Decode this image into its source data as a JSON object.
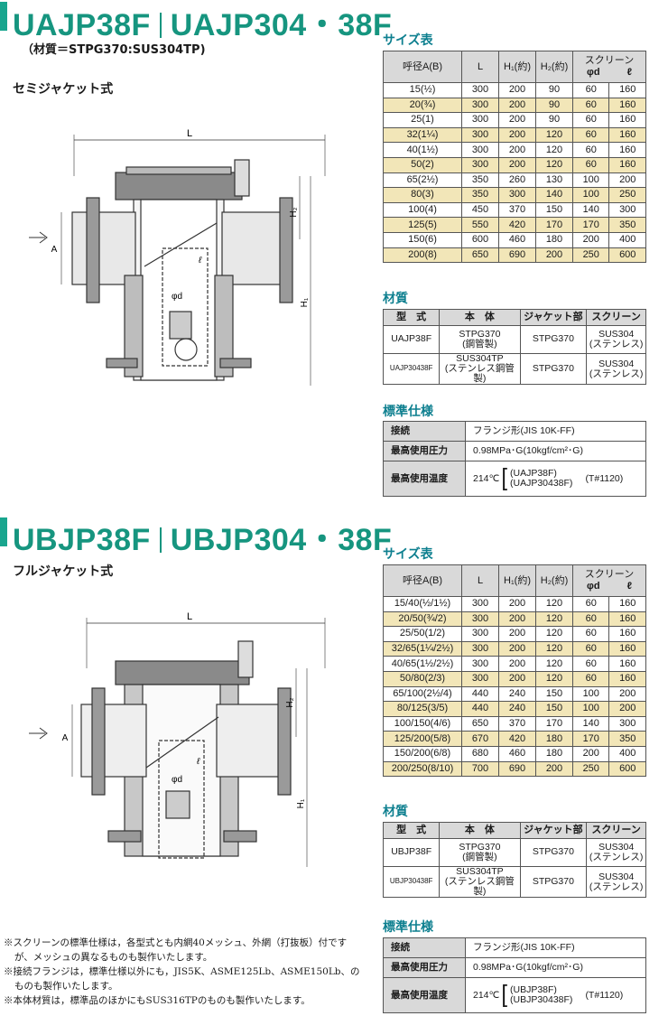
{
  "section1": {
    "title_left": "UAJP38F",
    "title_right": "UAJP304・38F",
    "material": "（材質＝STPG370:SUS304TP)",
    "subtype": "セミジャケット式",
    "size_heading": "サイズ表",
    "size_table": {
      "headers": [
        "呼径A(B)",
        "L",
        "H₁(約)",
        "H₂(約)",
        "スクリーン",
        "φd",
        "ℓ"
      ],
      "rows": [
        [
          "15(½)",
          "300",
          "200",
          "90",
          "60",
          "160"
        ],
        [
          "20(¾)",
          "300",
          "200",
          "90",
          "60",
          "160"
        ],
        [
          "25(1)",
          "300",
          "200",
          "90",
          "60",
          "160"
        ],
        [
          "32(1¼)",
          "300",
          "200",
          "120",
          "60",
          "160"
        ],
        [
          "40(1½)",
          "300",
          "200",
          "120",
          "60",
          "160"
        ],
        [
          "50(2)",
          "300",
          "200",
          "120",
          "60",
          "160"
        ],
        [
          "65(2½)",
          "350",
          "260",
          "130",
          "100",
          "200"
        ],
        [
          "80(3)",
          "350",
          "300",
          "140",
          "100",
          "250"
        ],
        [
          "100(4)",
          "450",
          "370",
          "150",
          "140",
          "300"
        ],
        [
          "125(5)",
          "550",
          "420",
          "170",
          "170",
          "350"
        ],
        [
          "150(6)",
          "600",
          "460",
          "180",
          "200",
          "400"
        ],
        [
          "200(8)",
          "650",
          "690",
          "200",
          "250",
          "600"
        ]
      ]
    },
    "material_heading": "材質",
    "material_table": {
      "headers": [
        "型　式",
        "本　体",
        "ジャケット部",
        "スクリーン"
      ],
      "rows": [
        [
          "UAJP38F",
          "STPG370\n(鋼管製)",
          "STPG370",
          "SUS304\n(ステンレス)"
        ],
        [
          "UAJP30438F",
          "SUS304TP\n(ステンレス鋼管製)",
          "STPG370",
          "SUS304\n(ステンレス)"
        ]
      ]
    },
    "spec_heading": "標準仕様",
    "spec_table": {
      "connection_label": "接続",
      "connection_value": "フランジ形(JIS 10K-FF)",
      "pressure_label": "最高使用圧力",
      "pressure_value": "0.98MPa･G(10kgf/cm²･G)",
      "temp_label": "最高使用温度",
      "temp_value": "214℃",
      "temp_model_1": "(UAJP38F)",
      "temp_model_2": "(UAJP30438F)",
      "temp_note": "(T#1120)"
    }
  },
  "section2": {
    "title_left": "UBJP38F",
    "title_right": "UBJP304・38F",
    "subtype": "フルジャケット式",
    "size_heading": "サイズ表",
    "size_table": {
      "headers": [
        "呼径A(B)",
        "L",
        "H₁(約)",
        "H₂(約)",
        "スクリーン",
        "φd",
        "ℓ"
      ],
      "rows": [
        [
          "15/40(½/1½)",
          "300",
          "200",
          "120",
          "60",
          "160"
        ],
        [
          "20/50(¾/2)",
          "300",
          "200",
          "120",
          "60",
          "160"
        ],
        [
          "25/50(1/2)",
          "300",
          "200",
          "120",
          "60",
          "160"
        ],
        [
          "32/65(1¼/2½)",
          "300",
          "200",
          "120",
          "60",
          "160"
        ],
        [
          "40/65(1½/2½)",
          "300",
          "200",
          "120",
          "60",
          "160"
        ],
        [
          "50/80(2/3)",
          "300",
          "200",
          "120",
          "60",
          "160"
        ],
        [
          "65/100(2½/4)",
          "440",
          "240",
          "150",
          "100",
          "200"
        ],
        [
          "80/125(3/5)",
          "440",
          "240",
          "150",
          "100",
          "200"
        ],
        [
          "100/150(4/6)",
          "650",
          "370",
          "170",
          "140",
          "300"
        ],
        [
          "125/200(5/8)",
          "670",
          "420",
          "180",
          "170",
          "350"
        ],
        [
          "150/200(6/8)",
          "680",
          "460",
          "180",
          "200",
          "400"
        ],
        [
          "200/250(8/10)",
          "700",
          "690",
          "200",
          "250",
          "600"
        ]
      ]
    },
    "material_heading": "材質",
    "material_table": {
      "headers": [
        "型　式",
        "本　体",
        "ジャケット部",
        "スクリーン"
      ],
      "rows": [
        [
          "UBJP38F",
          "STPG370\n(鋼管製)",
          "STPG370",
          "SUS304\n(ステンレス)"
        ],
        [
          "UBJP30438F",
          "SUS304TP\n(ステンレス鋼管製)",
          "STPG370",
          "SUS304\n(ステンレス)"
        ]
      ]
    },
    "spec_heading": "標準仕様",
    "spec_table": {
      "connection_label": "接続",
      "connection_value": "フランジ形(JIS 10K-FF)",
      "pressure_label": "最高使用圧力",
      "pressure_value": "0.98MPa･G(10kgf/cm²･G)",
      "temp_label": "最高使用温度",
      "temp_value": "214℃",
      "temp_model_1": "(UBJP38F)",
      "temp_model_2": "(UBJP30438F)",
      "temp_note": "(T#1120)"
    }
  },
  "drawing_labels": {
    "L": "L",
    "A": "A",
    "H1": "H₁",
    "H2": "H₂",
    "phid": "φd",
    "ell": "ℓ"
  },
  "notes": [
    "※スクリーンの標準仕様は，各型式とも内網40メッシュ、外網（打抜板）付ですが、メッシュの異なるものも製作いたします。",
    "※接続フランジは，標準仕様以外にも，JIS5K、ASME125Lb、ASME150Lb、のものも製作いたします。",
    "※本体材質は，標準品のほかにもSUS316TPのものも製作いたします。"
  ]
}
